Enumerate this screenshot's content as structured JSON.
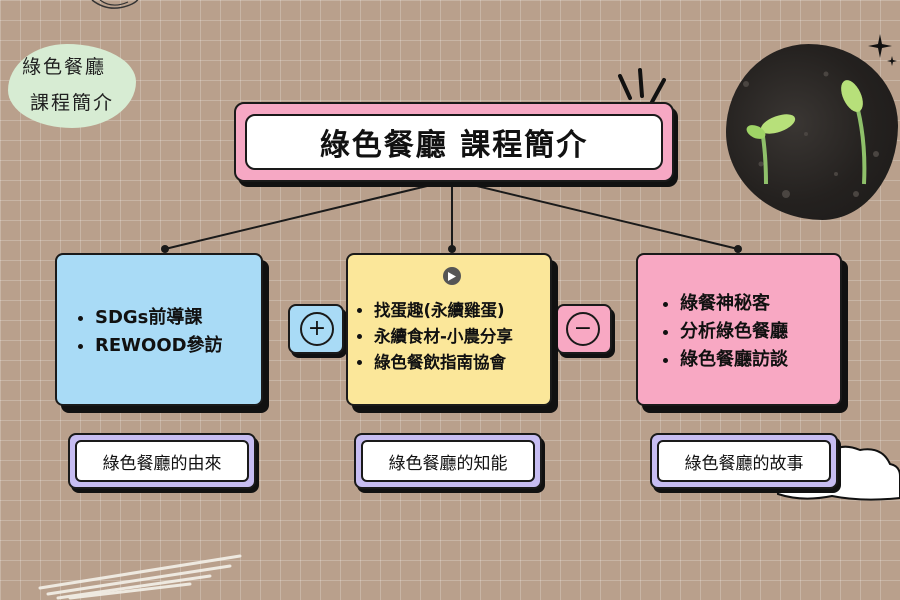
{
  "title": "綠色餐廳 課程簡介",
  "sticker": {
    "line1": "綠色餐廳",
    "line2": "課程簡介"
  },
  "columns": [
    {
      "items": [
        "SDGs前導課",
        "REWOOD參訪"
      ],
      "label": "綠色餐廳的由來",
      "color": "#a9dbf6"
    },
    {
      "items": [
        "找蛋趣(永續雞蛋)",
        "永續食材-小農分享",
        "綠色餐飲指南協會"
      ],
      "label": "綠色餐廳的知能",
      "color": "#fbe79a"
    },
    {
      "items": [
        "綠餐神秘客",
        "分析綠色餐廳",
        "綠色餐廳訪談"
      ],
      "label": "綠色餐廳的故事",
      "color": "#f8a8c3"
    }
  ],
  "buttons": {
    "plus": "+",
    "minus": "−"
  },
  "icons": [
    "play-icon",
    "plus-icon",
    "minus-icon",
    "sparkle-icon",
    "sprout-icon"
  ],
  "colors": {
    "blue": "#a9dbf6",
    "yellow": "#fbe79a",
    "pink": "#f8a8c3",
    "lavender": "#c7bdf2",
    "title_pink": "#f6a8c4"
  }
}
